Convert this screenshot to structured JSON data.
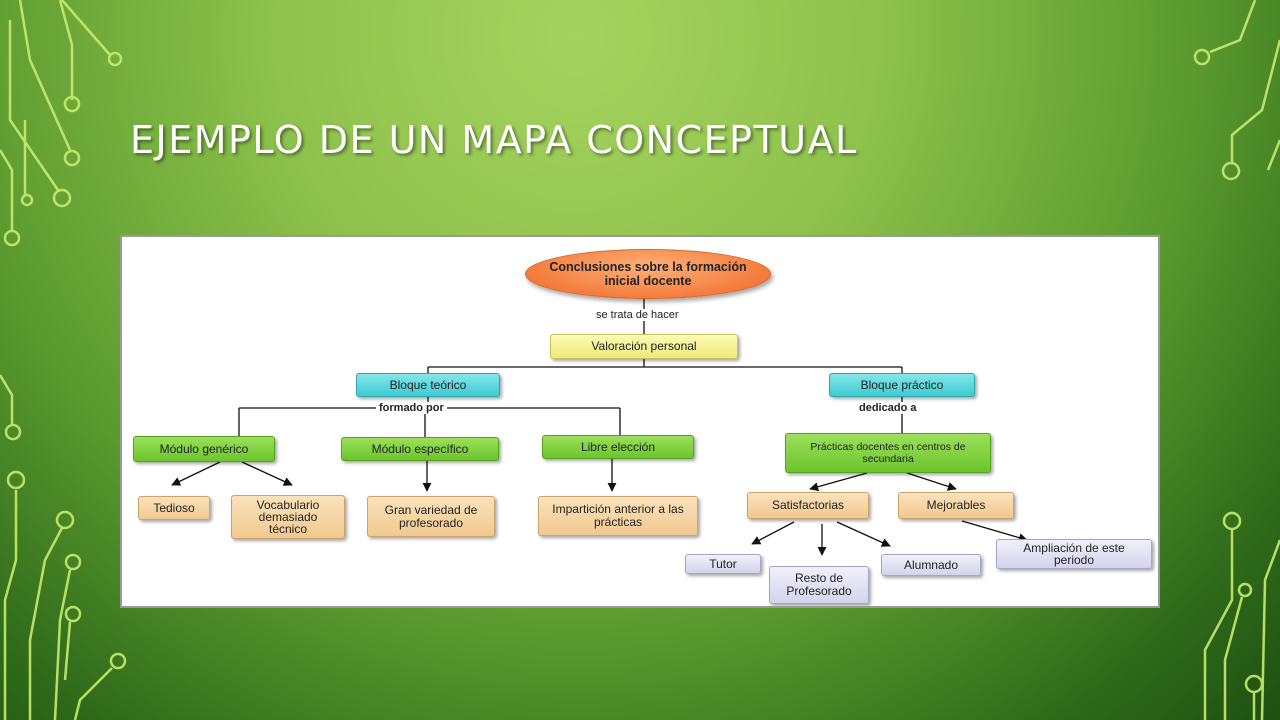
{
  "title": "EJEMPLO DE UN MAPA CONCEPTUAL",
  "map": {
    "root": "Conclusiones sobre la formación inicial docente",
    "link_root": "se trata de hacer",
    "valoracion": "Valoración personal",
    "bloque_teorico": "Bloque teórico",
    "bloque_practico": "Bloque práctico",
    "link_teorico": "formado por",
    "link_practico": "dedicado a",
    "modulo_generico": "Módulo genérico",
    "modulo_especifico": "Módulo específico",
    "libre_eleccion": "Libre elección",
    "practicas": "Prácticas docentes en centros de secundaria",
    "tedioso": "Tedioso",
    "vocabulario": "Vocabulario demasiado técnico",
    "gran_variedad": "Gran variedad de profesorado",
    "imparticion": "Impartición anterior a las prácticas",
    "satisfactorias": "Satisfactorias",
    "mejorables": "Mejorables",
    "tutor": "Tutor",
    "resto": "Resto de Profesorado",
    "alumnado": "Alumnado",
    "ampliacion": "Ampliación de este periodo"
  },
  "colors": {
    "background_light": "#a6d35f",
    "background_dark": "#1e5012",
    "circuit_line": "#c8ec6e",
    "root_node": "#f47c3c",
    "yellow_node": "#eeeb7a",
    "cyan_node": "#3ccbd1",
    "green_node": "#6cc52c",
    "tan_node": "#f1c98f",
    "lavender_node": "#d3d3ec"
  }
}
